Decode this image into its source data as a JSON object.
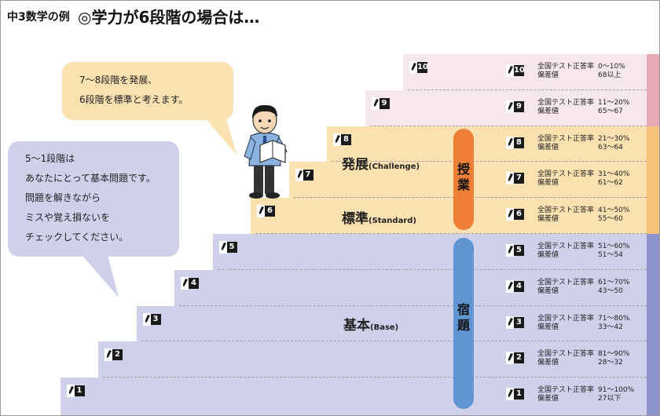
{
  "header": {
    "prefix": "中3数学の例",
    "title": "◎学力が6段階の場合は…"
  },
  "bubbles": {
    "upper": [
      "7〜8段階を発展、",
      "6段階を標準と考えます。"
    ],
    "lower": [
      "5〜1段階は",
      "あなたにとって基本問題です。",
      "問題を解きながら",
      "ミスや覚え損ないを",
      "チェックしてください。"
    ]
  },
  "zones": {
    "challenge": {
      "main": "発展",
      "sub": "(Challenge)"
    },
    "standard": {
      "main": "標準",
      "sub": "(Standard)"
    },
    "base": {
      "main": "基本",
      "sub": "(Base)"
    }
  },
  "pills": {
    "class": [
      "授",
      "業"
    ],
    "homework": [
      "宿",
      "題"
    ]
  },
  "colors": {
    "pink": "#f6e7ee",
    "pink_tail": "#e9aab7",
    "orange": "#fbe1b0",
    "orange_tail": "#f5c27a",
    "blue": "#cfd0ea",
    "blue_tail": "#8d93cc",
    "pill_orange": "#ee7f34",
    "pill_blue": "#5f95d3"
  },
  "metric_labels": {
    "rate": "全国テスト正答率",
    "dev": "偏差値"
  },
  "levels": [
    {
      "level": "10",
      "rate": "0〜10%",
      "dev": "68以上"
    },
    {
      "level": "9",
      "rate": "11〜20%",
      "dev": "65〜67"
    },
    {
      "level": "8",
      "rate": "21〜30%",
      "dev": "63〜64"
    },
    {
      "level": "7",
      "rate": "31〜40%",
      "dev": "61〜62"
    },
    {
      "level": "6",
      "rate": "41〜50%",
      "dev": "55〜60"
    },
    {
      "level": "5",
      "rate": "51〜60%",
      "dev": "51〜54"
    },
    {
      "level": "4",
      "rate": "61〜70%",
      "dev": "43〜50"
    },
    {
      "level": "3",
      "rate": "71〜80%",
      "dev": "33〜42"
    },
    {
      "level": "2",
      "rate": "81〜90%",
      "dev": "28〜32"
    },
    {
      "level": "1",
      "rate": "91〜100%",
      "dev": "27以下"
    }
  ]
}
